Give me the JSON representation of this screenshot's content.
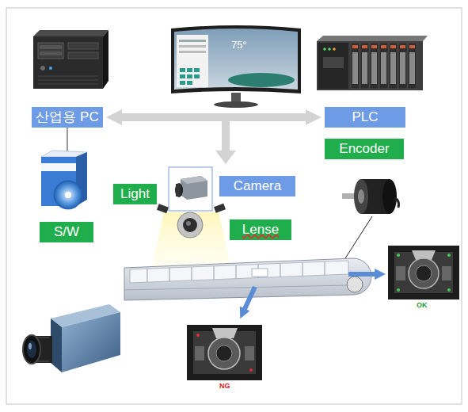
{
  "diagram": {
    "nodes": [
      {
        "text": [
          "산업용 PC"
        ]
      },
      {
        "text": [
          "PLC"
        ]
      },
      {
        "text": [
          "Encoder"
        ]
      },
      {
        "text": [
          "S/W"
        ]
      },
      {
        "text": [
          "Light"
        ]
      },
      {
        "text": [
          "Camera"
        ]
      },
      {
        "text": [
          "Lense"
        ]
      }
    ],
    "edges": [
      {
        "from": 0,
        "to": 1,
        "arrow": "both"
      }
    ],
    "labels": [
      "75°",
      "OK",
      "NG"
    ]
  }
}
